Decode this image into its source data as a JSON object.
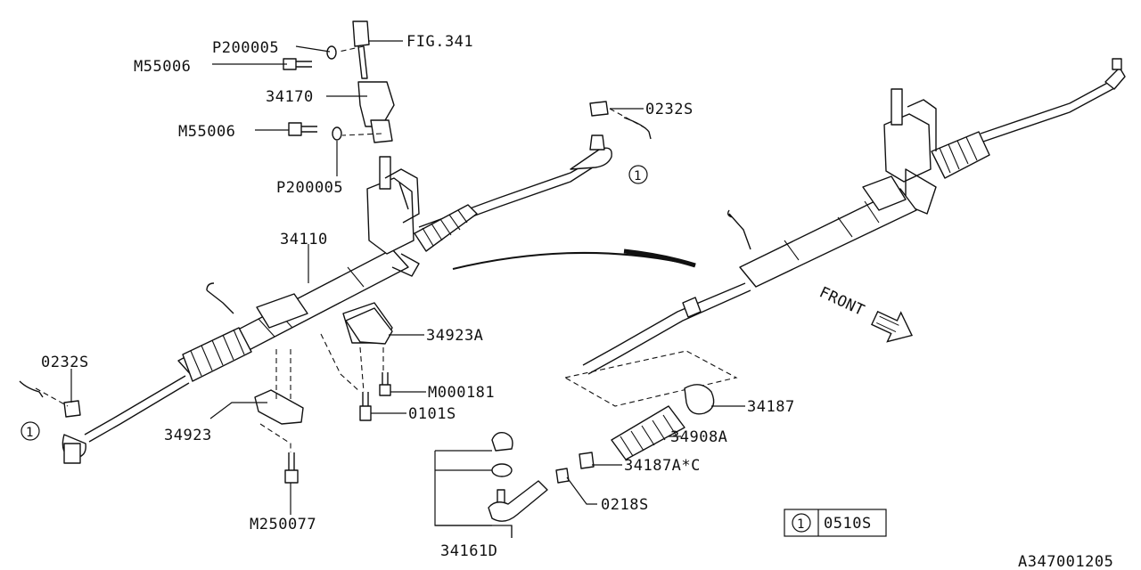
{
  "labels": {
    "p200005_top": "P200005",
    "fig341": "FIG.341",
    "m55006_top": "M55006",
    "p34170": "34170",
    "m55006_mid": "M55006",
    "p200005_mid": "P200005",
    "p0232s_top": "0232S",
    "p34110": "34110",
    "p34923a": "34923A",
    "p0232s_left": "0232S",
    "m000181": "M000181",
    "p0101s": "0101S",
    "p34923": "34923",
    "m250077": "M250077",
    "p34187": "34187",
    "p34908a": "34908A",
    "p34187ac": "34187A*C",
    "p0218s": "0218S",
    "p34161d": "34161D",
    "front": "FRONT",
    "ref_box_num": "1",
    "ref_box_part": "0510S",
    "circle_1a": "1",
    "circle_1b": "1",
    "diagram_id": "A347001205"
  }
}
